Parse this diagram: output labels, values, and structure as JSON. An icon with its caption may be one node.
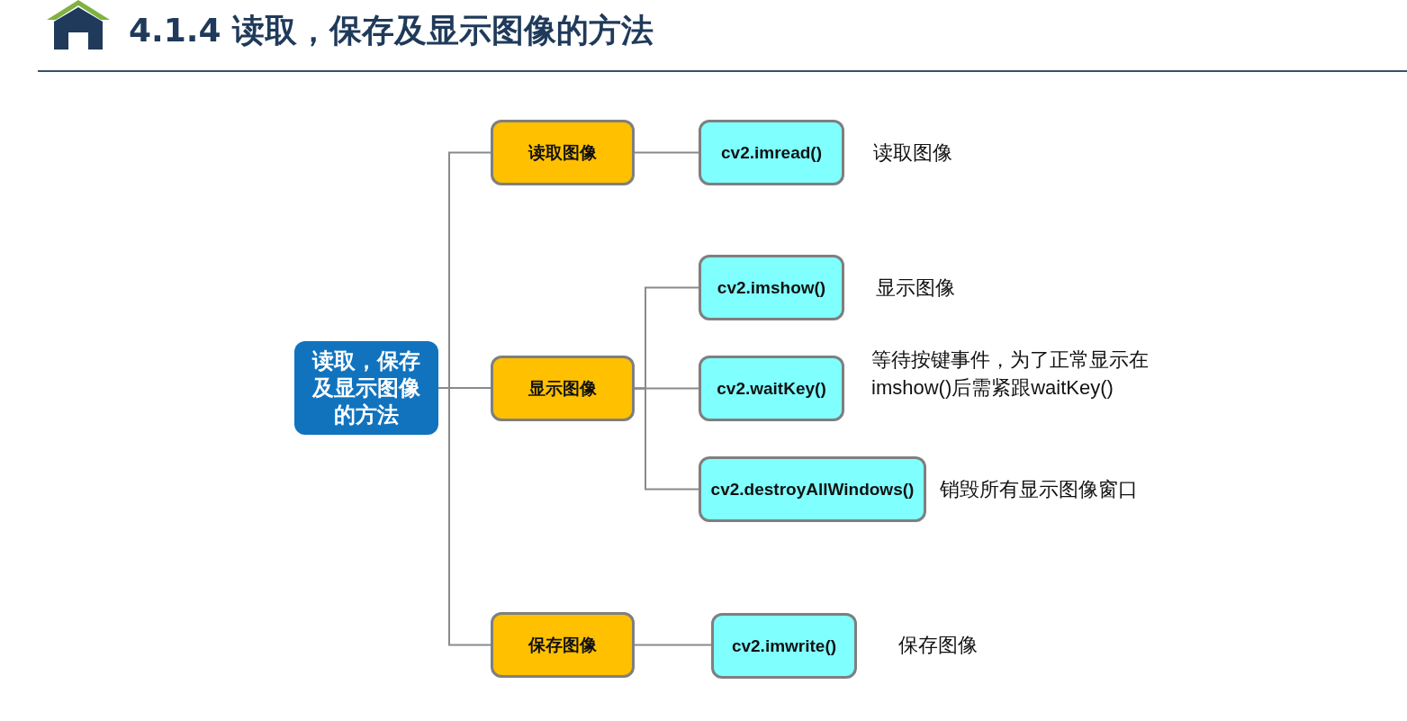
{
  "diagram": {
    "title": "4.1.4 读取，保存及显示图像的方法",
    "nodes": [
      {
        "text": [
          "读取，保存及显示图像的方法"
        ]
      },
      {
        "text": [
          "读取图像"
        ]
      },
      {
        "text": [
          "显示图像"
        ]
      },
      {
        "text": [
          "保存图像"
        ]
      },
      {
        "text": [
          "cv2.imread()"
        ],
        "beside": [
          "读取图像"
        ]
      },
      {
        "text": [
          "cv2.imshow()"
        ],
        "beside": [
          "显示图像"
        ]
      },
      {
        "text": [
          "cv2.waitKey()"
        ],
        "beside": [
          "等待按键事件，为了正常显示在imshow()后需紧跟waitKey()"
        ]
      },
      {
        "text": [
          "cv2.destroyAllWindows()"
        ],
        "beside": [
          "销毁所有显示图像窗口"
        ]
      },
      {
        "text": [
          "cv2.imwrite()"
        ],
        "beside": [
          "保存图像"
        ]
      }
    ],
    "edges": [
      {
        "from": 0,
        "to": 1,
        "arrow": "none"
      },
      {
        "from": 0,
        "to": 2,
        "arrow": "none"
      },
      {
        "from": 0,
        "to": 3,
        "arrow": "none"
      },
      {
        "from": 1,
        "to": 4,
        "arrow": "none"
      },
      {
        "from": 2,
        "to": 5,
        "arrow": "none"
      },
      {
        "from": 2,
        "to": 6,
        "arrow": "none"
      },
      {
        "from": 2,
        "to": 7,
        "arrow": "none"
      },
      {
        "from": 3,
        "to": 8,
        "arrow": "none"
      }
    ]
  }
}
